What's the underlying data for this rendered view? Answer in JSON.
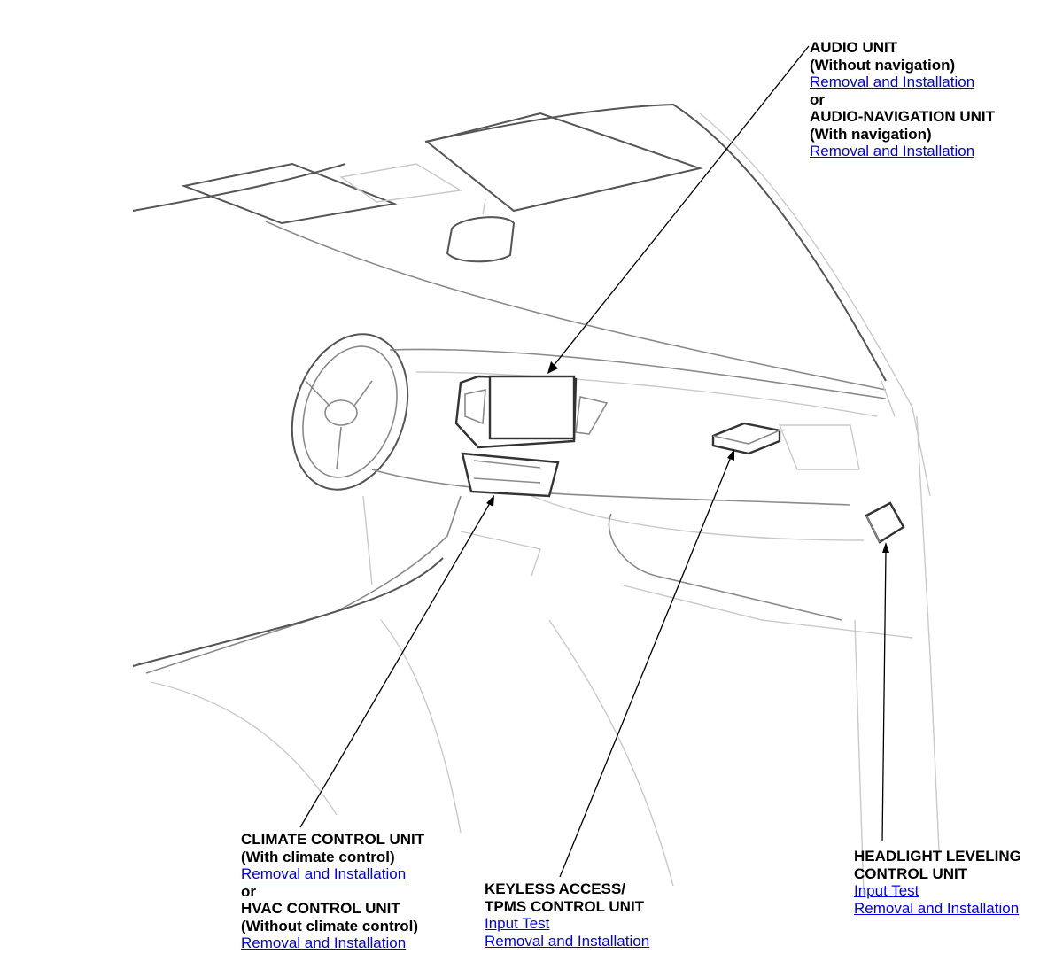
{
  "callouts": {
    "audio": {
      "title1": "AUDIO UNIT",
      "sub1": "(Without navigation)",
      "link1": "Removal and Installation",
      "or": "or",
      "title2": "AUDIO-NAVIGATION UNIT",
      "sub2": "(With navigation)",
      "link2": "Removal and Installation"
    },
    "climate": {
      "title1": "CLIMATE CONTROL UNIT",
      "sub1": "(With climate control)",
      "link1": "Removal and Installation",
      "or": "or",
      "title2": "HVAC CONTROL UNIT",
      "sub2": "(Without climate control)",
      "link2": "Removal and Installation"
    },
    "keyless": {
      "title1": "KEYLESS ACCESS/",
      "title2": "TPMS CONTROL UNIT",
      "link1": "Input Test",
      "link2": "Removal and Installation"
    },
    "headlight": {
      "title1": "HEADLIGHT LEVELING",
      "title2": "CONTROL UNIT",
      "link1": "Input Test",
      "link2": "Removal and Installation"
    }
  },
  "colors": {
    "link": "#0000ee",
    "text": "#000000",
    "line_art": "#555555"
  }
}
